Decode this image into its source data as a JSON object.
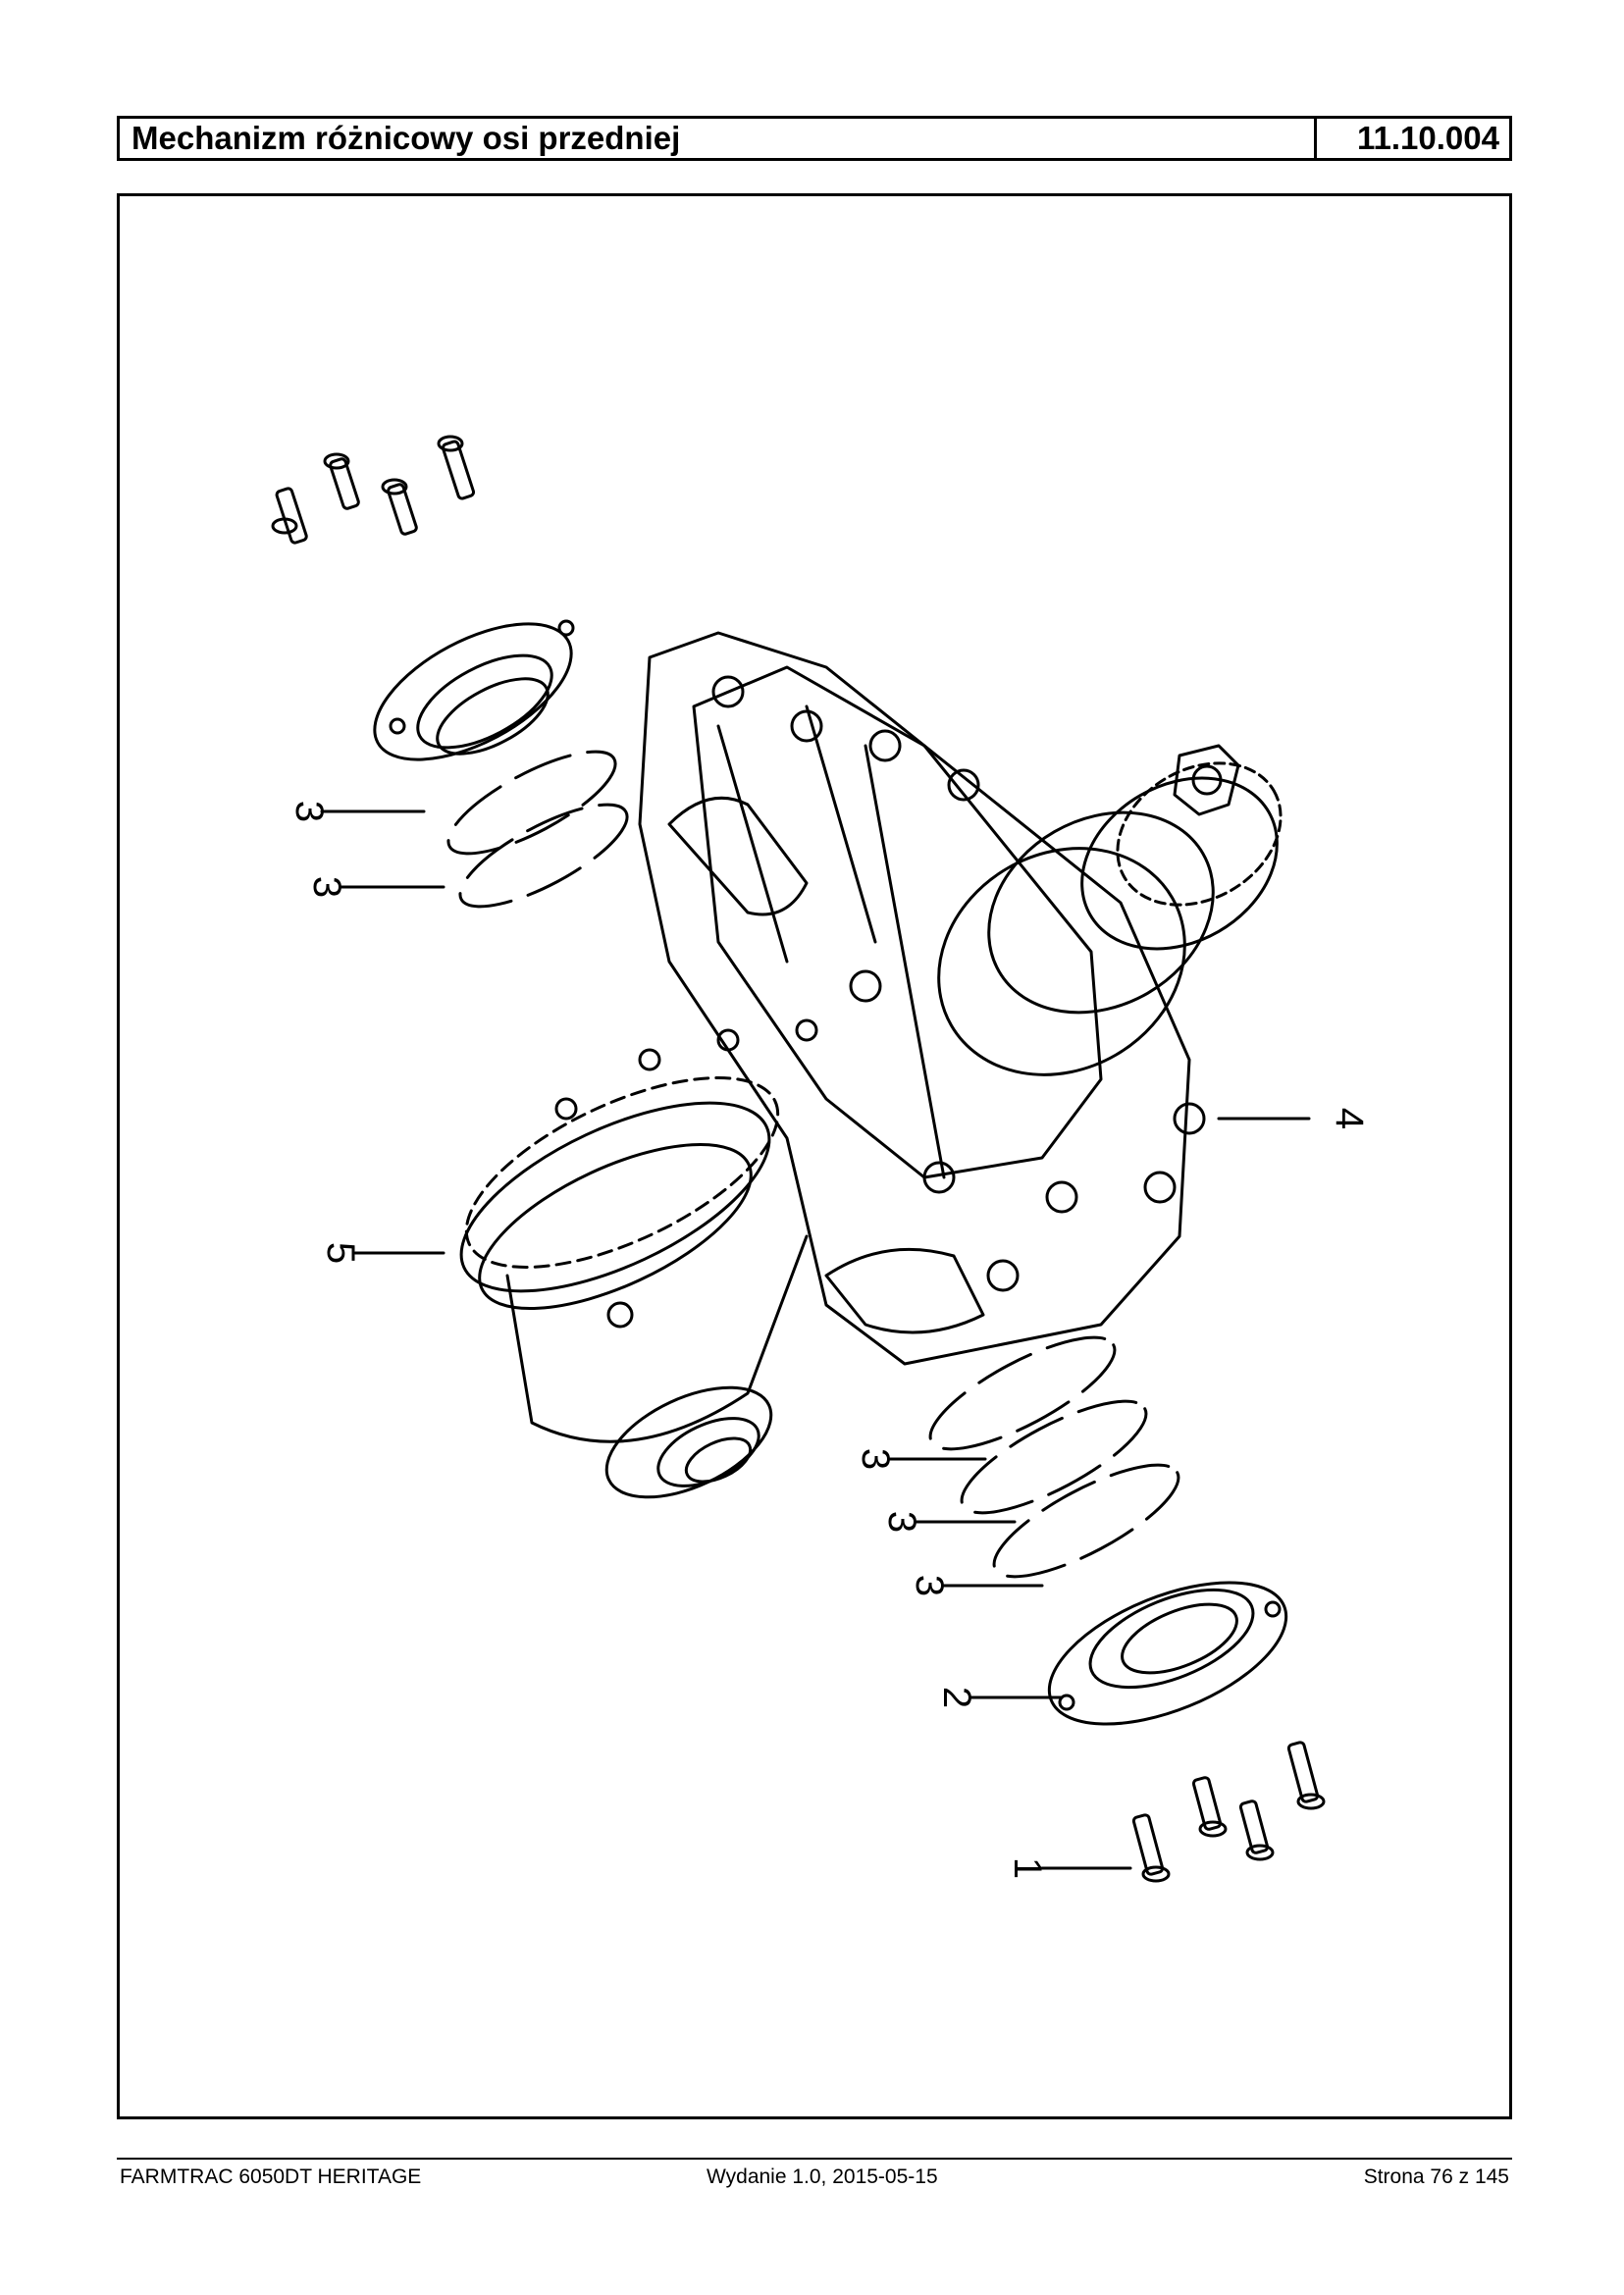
{
  "header": {
    "title": "Mechanizm różnicowy osi przedniej",
    "code": "11.10.004"
  },
  "callouts": [
    "1",
    "2",
    "3",
    "4",
    "5"
  ],
  "footer": {
    "left": "FARMTRAC 6050DT HERITAGE",
    "middle": "Wydanie 1.0,  2015-05-15",
    "right": "Strona 76 z 145"
  }
}
